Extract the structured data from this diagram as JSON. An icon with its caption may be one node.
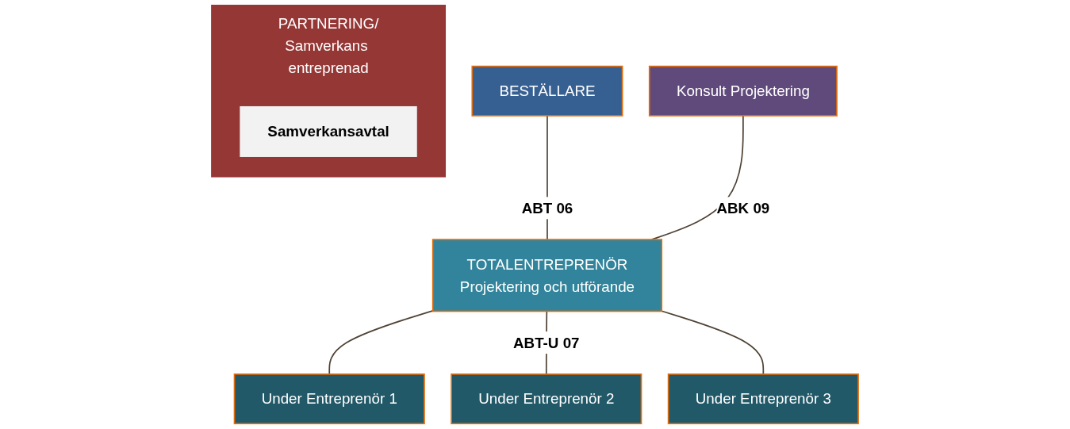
{
  "diagram": {
    "nodes": [
      {
        "text": [
          "BESTÄLLARE"
        ]
      },
      {
        "text": [
          "Konsult Projektering"
        ]
      },
      {
        "text": [
          "TOTALENTREPRENÖR",
          "Projektering och utförande"
        ]
      },
      {
        "text": [
          "Under Entreprenör 1"
        ]
      },
      {
        "text": [
          "Under Entreprenör 2"
        ]
      },
      {
        "text": [
          "Under Entreprenör 3"
        ]
      },
      {
        "text": [
          "PARTNERING/",
          "Samverkans entreprenad"
        ]
      },
      {
        "text": [
          "Samverkansavtal"
        ],
        "in": 6
      }
    ],
    "edges": [
      {
        "from": 0,
        "to": 2,
        "arrow": "none",
        "label": "ABT 06"
      },
      {
        "from": 1,
        "to": 2,
        "arrow": "none",
        "label": "ABK 09"
      },
      {
        "from": 2,
        "to": 3,
        "arrow": "none"
      },
      {
        "from": 2,
        "to": 4,
        "arrow": "none",
        "label": "ABT-U 07"
      },
      {
        "from": 2,
        "to": 5,
        "arrow": "none"
      }
    ]
  }
}
